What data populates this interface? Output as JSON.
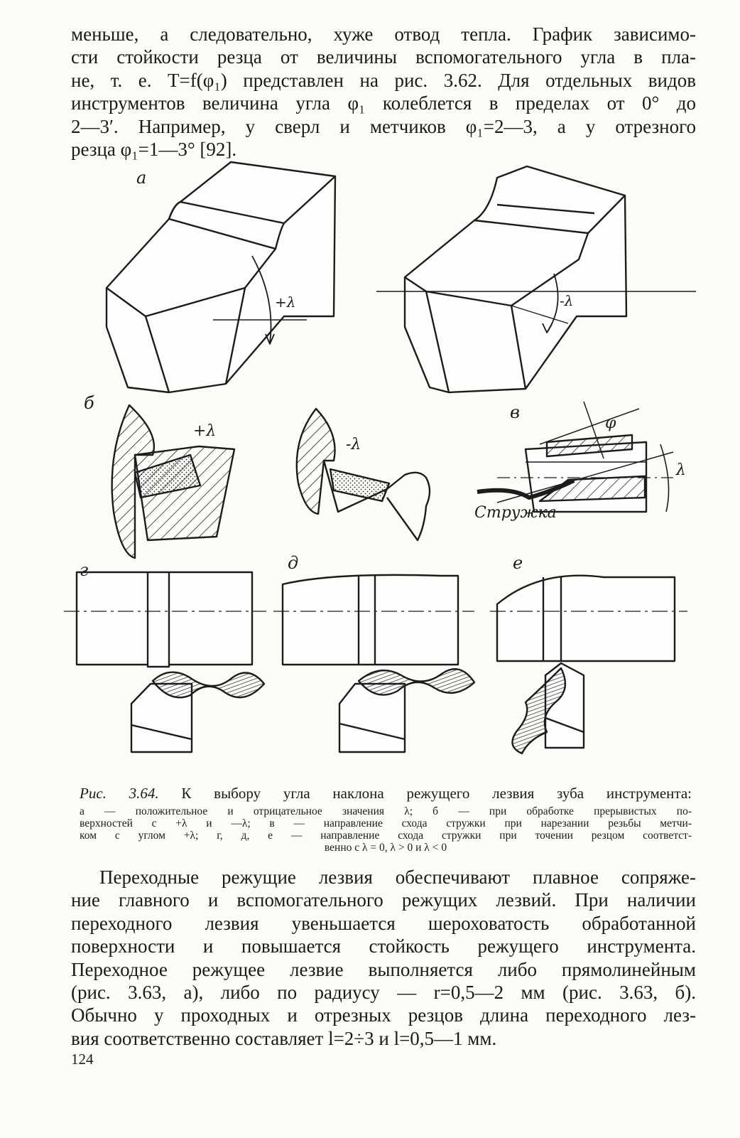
{
  "paragraph_top": [
    "меньше, а следовательно, хуже отвод тепла. График зависимо-",
    "сти стойкости резца от величины вспомогательного угла в пла-",
    "не, т. е. T=f(φ₁) представлен на рис. 3.62. Для отдельных видов",
    "инструментов величина угла φ₁ колеблется в пределах от 0° до",
    "2—3′. Например, у сверл и метчиков φ₁=2—3, а у отрезного",
    "резца φ₁=1—3° [92]."
  ],
  "figure": {
    "labels": {
      "a": "а",
      "b": "б",
      "v": "в",
      "g": "г",
      "d": "д",
      "e": "е",
      "plus_lambda": "+λ",
      "minus_lambda": "-λ",
      "lambda": "λ",
      "phi": "φ",
      "chip": "Стружка"
    }
  },
  "caption": {
    "title_prefix": "Рис. 3.64.",
    "title": "К выбору угла наклона режущего лезвия зуба инструмента:",
    "lines": [
      "а — положительное и отрицательное значения λ; б — при обработке прерывистых по-",
      "верхностей с +λ и —λ; в — направление схода стружки при нарезании резьбы метчи-",
      "ком с углом +λ; г, д, е — направление схода стружки при точении резцом соответст-",
      "венно с λ = 0, λ > 0 и λ < 0"
    ]
  },
  "paragraph_bottom": [
    "Переходные режущие лезвия обеспечивают плавное сопряже-",
    "ние главного и вспомогательного режущих лезвий. При наличии",
    "переходного лезвия увеньшается шероховатость обработанной",
    "поверхности и повышается стойкость режущего инструмента.",
    "Переходное режущее лезвие выполняется либо прямолинейным",
    "(рис. 3.63, а), либо по радиусу — r=0,5—2 мм (рис. 3.63, б).",
    "Обычно у проходных и отрезных резцов длина переходного лез-",
    "вия соответственно составляет l=2÷3 и l=0,5—1 мм."
  ],
  "page_number": "124"
}
